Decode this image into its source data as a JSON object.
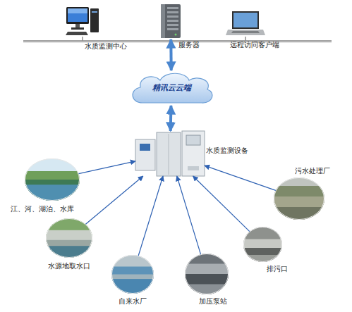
{
  "diagram": {
    "nodes": [
      {
        "text": [
          "水质监测中心"
        ]
      },
      {
        "text": [
          "服务器"
        ]
      },
      {
        "text": [
          "远程访问客户端"
        ]
      },
      {
        "text": [
          "精讯云云端"
        ]
      },
      {
        "text": [
          "水质监测设备"
        ]
      },
      {
        "text": [
          "江、河、湖泊、水库"
        ]
      },
      {
        "text": [
          "水源地取水口"
        ]
      },
      {
        "text": [
          "自来水厂"
        ]
      },
      {
        "text": [
          "加压泵站"
        ]
      },
      {
        "text": [
          "排污口"
        ]
      },
      {
        "text": [
          "污水处理厂"
        ]
      }
    ],
    "edges": [
      {
        "from": 1,
        "to": 3,
        "arrow": "both"
      },
      {
        "from": 3,
        "to": 4,
        "arrow": "both"
      },
      {
        "from": 5,
        "to": 4,
        "arrow": "to"
      },
      {
        "from": 6,
        "to": 4,
        "arrow": "to"
      },
      {
        "from": 7,
        "to": 4,
        "arrow": "to"
      },
      {
        "from": 8,
        "to": 4,
        "arrow": "to"
      },
      {
        "from": 9,
        "to": 4,
        "arrow": "to"
      },
      {
        "from": 10,
        "to": 4,
        "arrow": "to"
      }
    ]
  }
}
